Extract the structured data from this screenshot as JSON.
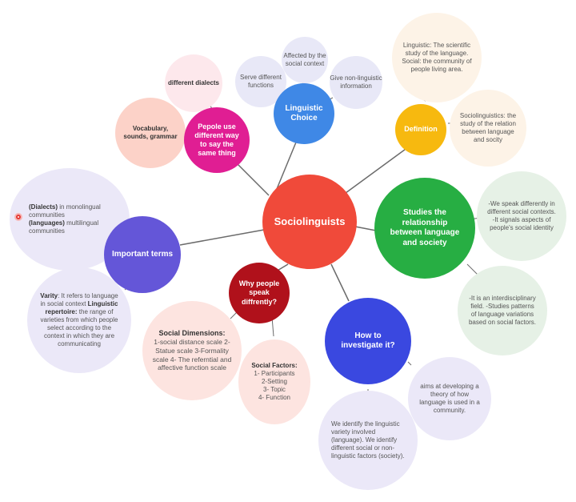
{
  "center": {
    "label": "Sociolinguists"
  },
  "linguistic_choice": {
    "label": "Linguistic Choice",
    "details": [
      "Serve different functions",
      "Affected by the social context",
      "Give non-linguistic information"
    ]
  },
  "definition": {
    "label": "Definition",
    "details": [
      "Linguistic: The scientific study of the language. Social: the community of people living area.",
      "Sociolinguistics: the study of the relation between language and socity"
    ]
  },
  "people_use": {
    "label": "Pepole use different way to say the same thing",
    "details": [
      "different dialects",
      "Vocabulary, sounds, grammar"
    ]
  },
  "studies": {
    "label": "Studies the relationship between language and society",
    "details": [
      "-We speak differently in different social contexts. -It signals aspects of people's social identity",
      "-It is an interdisciplinary field. -Studies patterns of language variations based on social factors."
    ]
  },
  "important_terms": {
    "label": "Important terms",
    "dialects": {
      "bold": "(Dialects)",
      "rest": " in monolingual communities"
    },
    "languages": {
      "bold": "(languages)",
      "rest": " multilingual communities"
    },
    "varity": {
      "bold1": "Varity",
      "text1": ": It refers to language in social context ",
      "bold2": "Linguistic repertoire:",
      "text2": " the range of varieties from which people select according to the context in which they are communicating"
    }
  },
  "why_speak": {
    "label": "Why people speak diffrently?",
    "social_dimensions": {
      "title": "Social Dimensions:",
      "text": "1-social distance scale 2- Statue scale 3-Formality scale 4- The referntial and affective function scale"
    },
    "social_factors": {
      "title": "Social Factors:",
      "items": [
        "1- Participants",
        "2-Setting",
        "3- Topic",
        "4- Function"
      ]
    }
  },
  "investigate": {
    "label": "How to investigate it?",
    "details": [
      "aims at developing a theory of how language is used in a community.",
      "We identify the linguistic variety involved (language). We identify different social or non-linguistic factors (society)."
    ]
  },
  "colors": {
    "center": "#f04a3a",
    "linguistic_choice": "#3f88e6",
    "definition": "#f7b90f",
    "people_use": "#e01e93",
    "studies": "#27ae43",
    "important_terms": "#6456d8",
    "why_speak": "#b0111b",
    "investigate": "#3a48e0",
    "line": "#6b6b6b"
  }
}
